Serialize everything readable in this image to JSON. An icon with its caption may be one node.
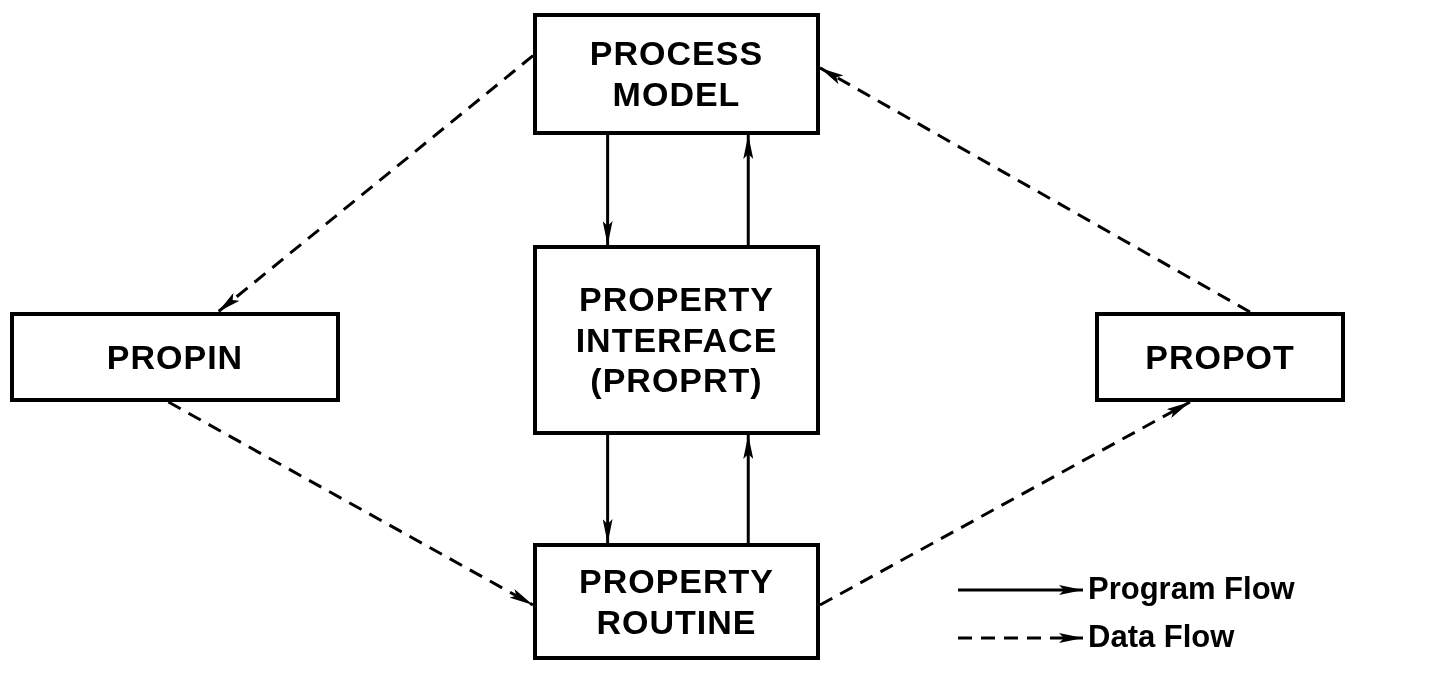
{
  "diagram": {
    "nodes": [
      {
        "text": [
          "PROCESS MODEL"
        ]
      },
      {
        "text": [
          "PROPIN"
        ]
      },
      {
        "text": [
          "PROPERTY INTERFACE (PROPRT)"
        ]
      },
      {
        "text": [
          "PROPOT"
        ]
      },
      {
        "text": [
          "PROPERTY ROUTINE"
        ]
      }
    ],
    "edges": [
      {
        "from": 0,
        "to": 1,
        "arrow": "to",
        "style": "dashed"
      },
      {
        "from": 0,
        "to": 2,
        "arrow": "to"
      },
      {
        "from": 2,
        "to": 0,
        "arrow": "to"
      },
      {
        "from": 2,
        "to": 4,
        "arrow": "to"
      },
      {
        "from": 4,
        "to": 2,
        "arrow": "to"
      },
      {
        "from": 1,
        "to": 4,
        "arrow": "to",
        "style": "dashed"
      },
      {
        "from": 4,
        "to": 3,
        "arrow": "to",
        "style": "dashed"
      },
      {
        "from": 3,
        "to": 0,
        "arrow": "to",
        "style": "dashed"
      }
    ],
    "legend": [
      {
        "text": "Program Flow"
      },
      {
        "text": "Data Flow"
      }
    ]
  }
}
